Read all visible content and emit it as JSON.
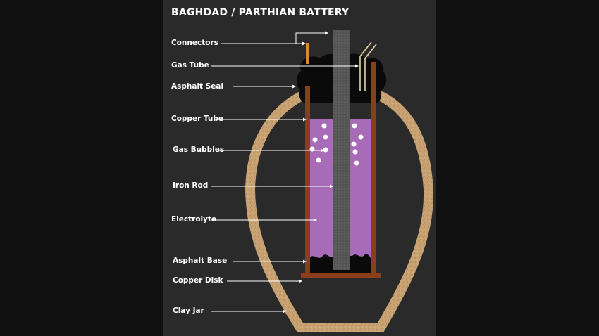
{
  "title": "BAGHDAD / PARTHIAN BATTERY",
  "labels": {
    "connectors": "Connectors",
    "gas_tube": "Gas Tube",
    "asphalt_seal": "Asphalt Seal",
    "copper_tube": "Copper Tube",
    "gas_bubbles": "Gas Bubbles",
    "iron_rod": "Iron Rod",
    "electrolyte": "Electrolyte",
    "asphalt_base": "Asphalt Base",
    "copper_disk": "Copper Disk",
    "clay_jar": "Clay Jar"
  },
  "colors": {
    "background": "#2a2a2a",
    "clay": "#c8a272",
    "asphalt": "#0a0a0a",
    "copper": "#8a3e1c",
    "connector": "#d98a2a",
    "electrolyte": "#a86bb8",
    "iron_rod": "#5a5a5a",
    "bubbles": "#ffffff",
    "gas_tube": "#e6d8a6"
  }
}
